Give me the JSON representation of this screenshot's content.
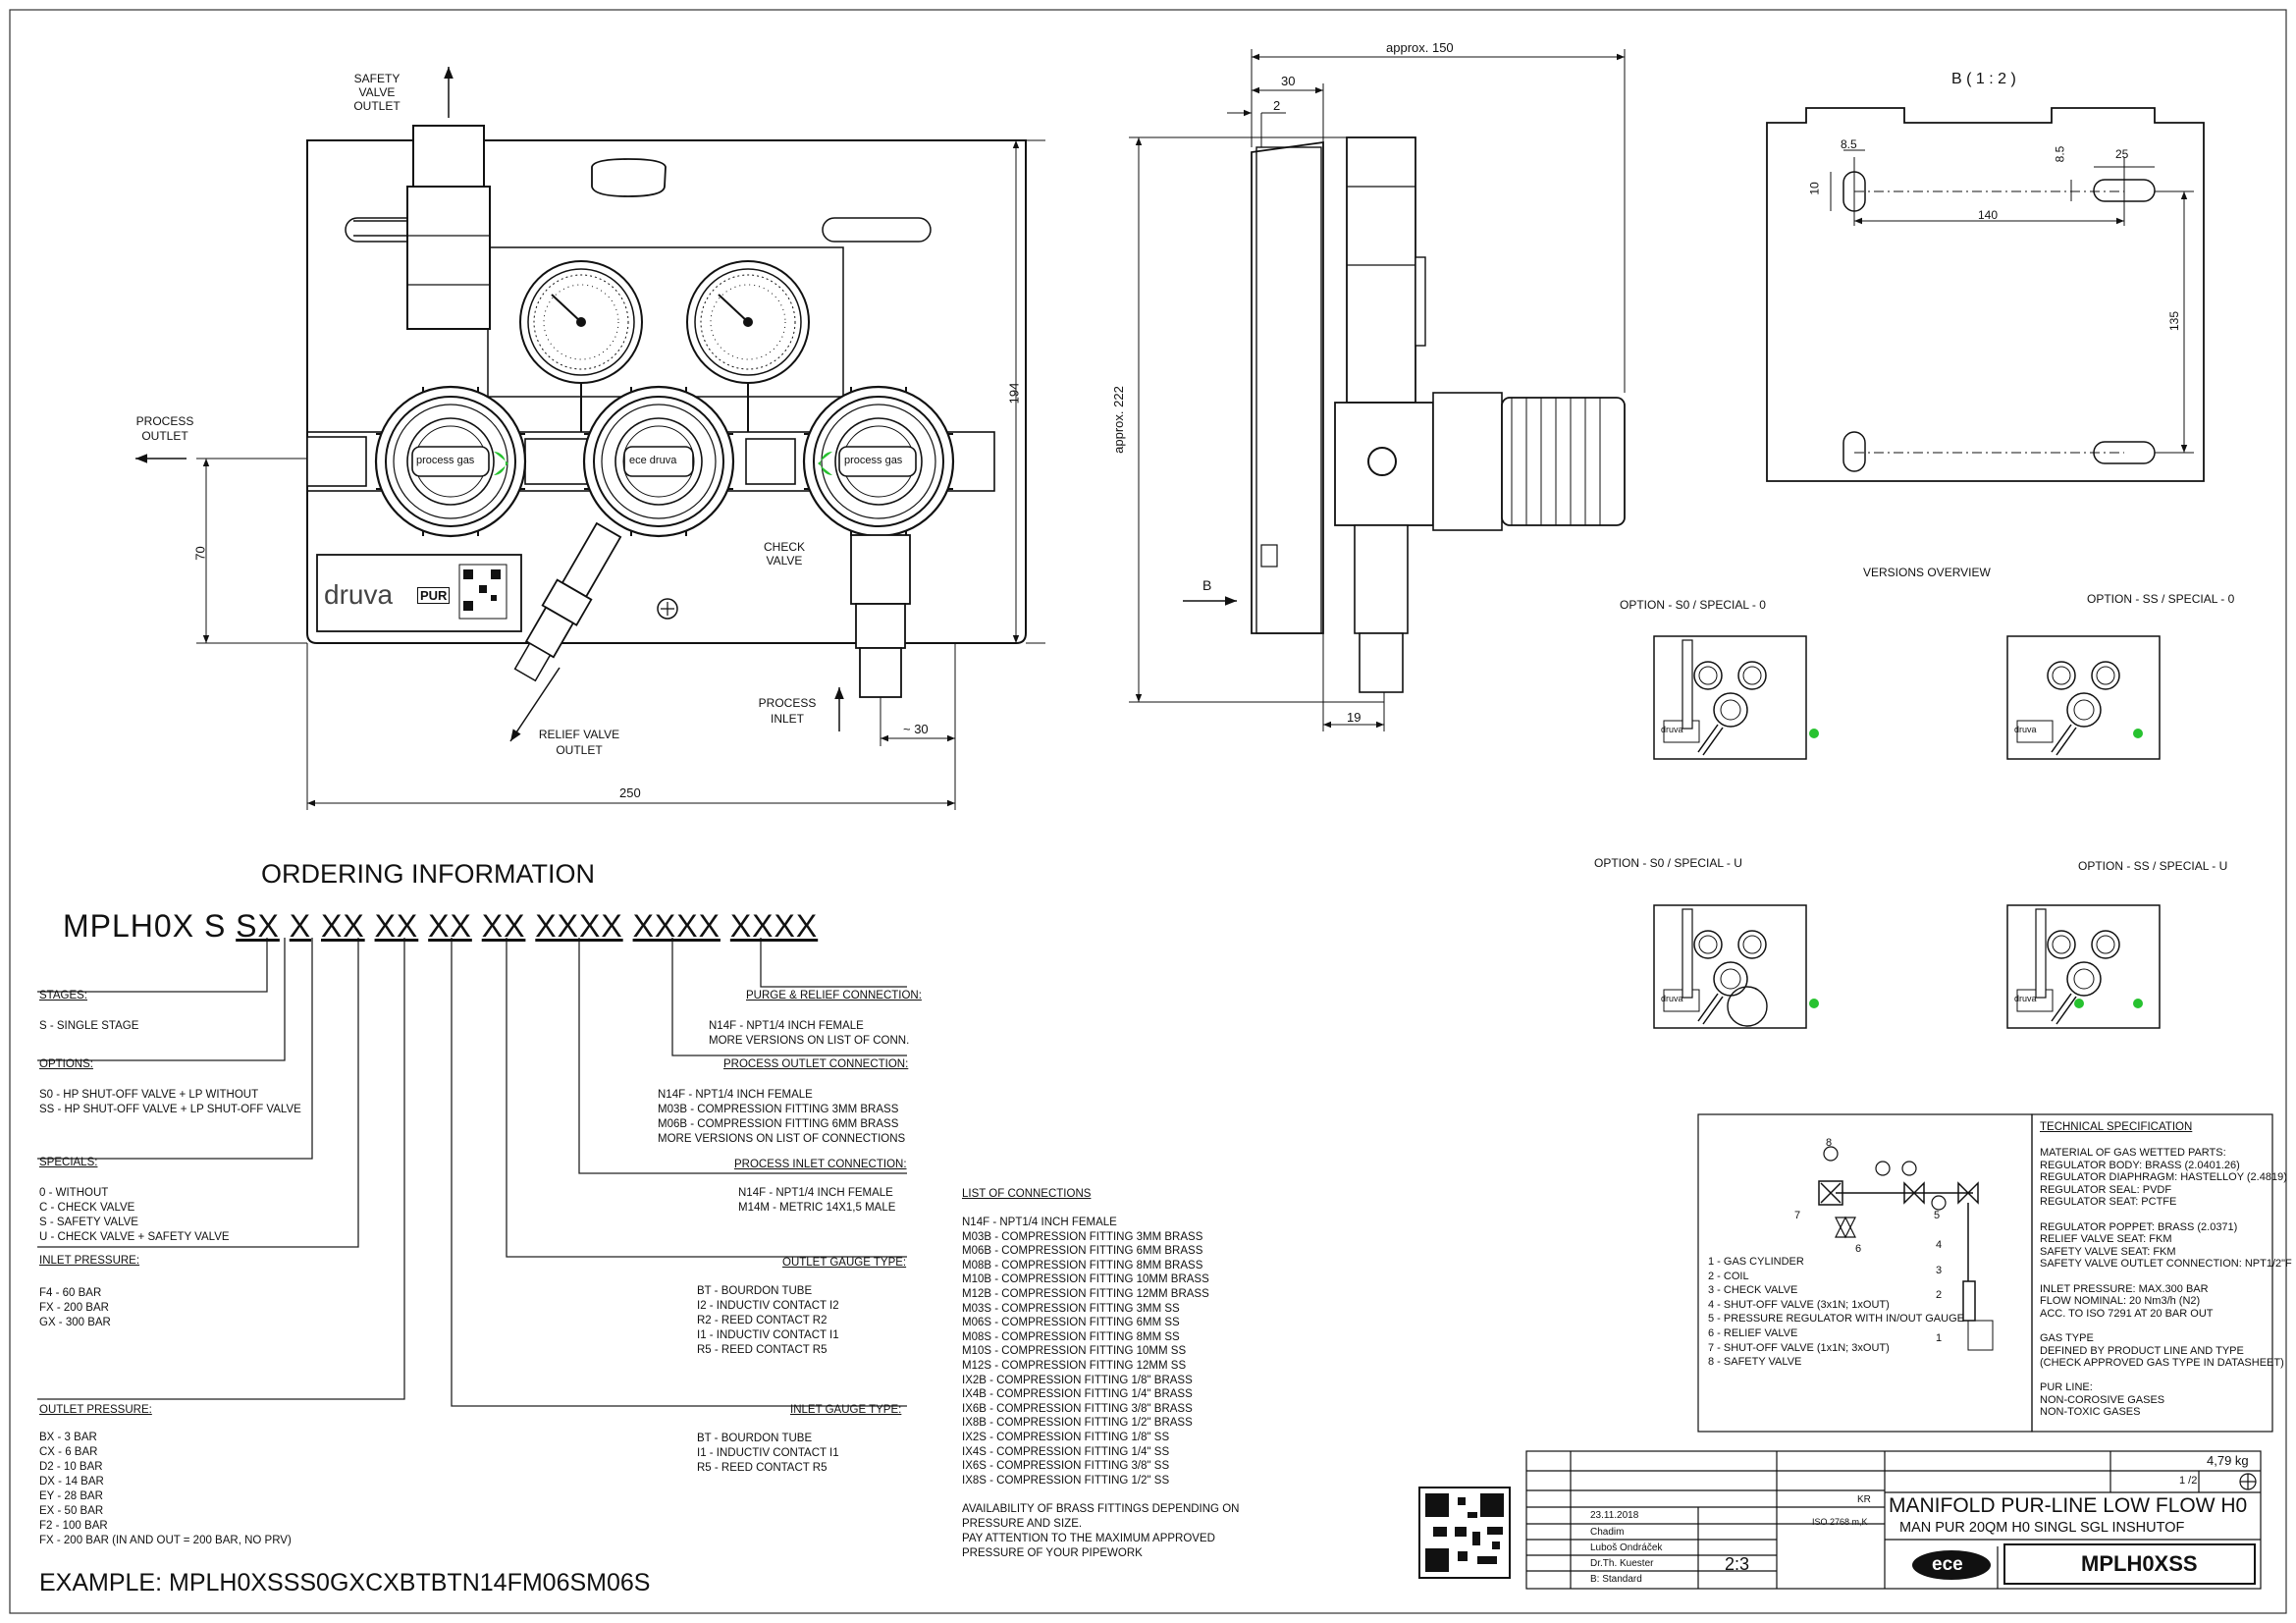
{
  "drawing": {
    "front": {
      "safety_valve_outlet": [
        "SAFETY",
        "VALVE",
        "OUTLET"
      ],
      "process_outlet": [
        "PROCESS",
        "OUTLET"
      ],
      "check_valve": [
        "CHECK",
        "VALVE"
      ],
      "process_inlet": [
        "PROCESS",
        "INLET"
      ],
      "relief_valve_outlet": [
        "RELIEF VALVE",
        "OUTLET"
      ],
      "gauge_label_left": "process gas",
      "gauge_label_right": "process gas",
      "center_brand": "ece druva",
      "plate_brand": "druva",
      "plate_pur": "PUR",
      "dim_250": "250",
      "dim_194": "194",
      "dim_70": "70",
      "dim_30": "~ 30"
    },
    "side": {
      "dim_150": "approx. 150",
      "dim_30": "30",
      "dim_2": "2",
      "dim_222": "approx. 222",
      "dim_19": "19",
      "view_b": "B"
    },
    "detail_b": {
      "title": "B ( 1 : 2 )",
      "d_8_5_a": "8.5",
      "d_8_5_b": "8.5",
      "d_25": "25",
      "d_10": "10",
      "d_140": "140",
      "d_135": "135"
    },
    "versions": {
      "title": "VERSIONS OVERVIEW",
      "items": [
        "OPTION - S0 / SPECIAL - 0",
        "OPTION - SS / SPECIAL - 0",
        "OPTION - S0 / SPECIAL - U",
        "OPTION - SS / SPECIAL - U"
      ],
      "mini_brand": "druva"
    }
  },
  "ordering": {
    "title": "ORDERING INFORMATION",
    "code_prefix": "MPLH0X S",
    "code_parts": [
      "SX",
      "X",
      "XX",
      "XX",
      "XX",
      "XX",
      "XXXX",
      "XXXX",
      "XXXX"
    ],
    "stages": {
      "heading": "STAGES:",
      "lines": [
        "S - SINGLE STAGE"
      ]
    },
    "options": {
      "heading": "OPTIONS:",
      "lines": [
        "S0 - HP SHUT-OFF VALVE + LP WITHOUT",
        "SS - HP SHUT-OFF VALVE + LP SHUT-OFF VALVE"
      ]
    },
    "specials": {
      "heading": "SPECIALS:",
      "lines": [
        "0 - WITHOUT",
        "C - CHECK VALVE",
        "S - SAFETY VALVE",
        "U - CHECK VALVE + SAFETY VALVE"
      ]
    },
    "inlet_pressure": {
      "heading": "INLET PRESSURE:",
      "lines": [
        "F4 - 60 BAR",
        "FX - 200 BAR",
        "GX - 300 BAR"
      ]
    },
    "outlet_pressure": {
      "heading": "OUTLET PRESSURE:",
      "lines": [
        "BX - 3 BAR",
        "CX - 6 BAR",
        "D2 - 10 BAR",
        "DX - 14 BAR",
        "EY - 28 BAR",
        "EX - 50 BAR",
        "F2 - 100 BAR",
        "FX - 200 BAR (IN AND OUT = 200 BAR, NO PRV)"
      ]
    },
    "purge_relief": {
      "heading": "PURGE & RELIEF CONNECTION:",
      "lines": [
        "N14F - NPT1/4 INCH FEMALE",
        "MORE VERSIONS ON LIST OF CONN."
      ]
    },
    "process_outlet": {
      "heading": "PROCESS OUTLET CONNECTION:",
      "lines": [
        "N14F - NPT1/4 INCH FEMALE",
        "M03B - COMPRESSION FITTING 3MM BRASS",
        "M06B - COMPRESSION FITTING 6MM BRASS",
        "MORE VERSIONS ON LIST OF CONNECTIONS"
      ]
    },
    "process_inlet": {
      "heading": "PROCESS INLET CONNECTION:",
      "lines": [
        "N14F - NPT1/4 INCH FEMALE",
        "M14M - METRIC 14X1,5 MALE"
      ]
    },
    "outlet_gauge": {
      "heading": "OUTLET GAUGE TYPE:",
      "lines": [
        "BT - BOURDON TUBE",
        "I2 - INDUCTIV CONTACT I2",
        "R2 - REED CONTACT R2",
        "I1 - INDUCTIV CONTACT I1",
        "R5 - REED CONTACT R5"
      ]
    },
    "inlet_gauge": {
      "heading": "INLET GAUGE TYPE:",
      "lines": [
        "BT - BOURDON TUBE",
        "I1 - INDUCTIV CONTACT I1",
        "R5 - REED CONTACT R5"
      ]
    },
    "example": "EXAMPLE: MPLH0XSSS0GXCXBTBTN14FM06SM06S"
  },
  "connections": {
    "heading": "LIST OF CONNECTIONS",
    "lines": [
      "N14F - NPT1/4 INCH FEMALE",
      "M03B - COMPRESSION FITTING 3MM BRASS",
      "M06B - COMPRESSION FITTING 6MM BRASS",
      "M08B - COMPRESSION FITTING 8MM BRASS",
      "M10B - COMPRESSION FITTING 10MM BRASS",
      "M12B - COMPRESSION FITTING 12MM BRASS",
      "M03S - COMPRESSION FITTING 3MM SS",
      "M06S - COMPRESSION FITTING 6MM SS",
      "M08S - COMPRESSION FITTING 8MM SS",
      "M10S - COMPRESSION FITTING 10MM SS",
      "M12S - COMPRESSION FITTING 12MM SS",
      "IX2B - COMPRESSION FITTING 1/8\" BRASS",
      "IX4B - COMPRESSION FITTING 1/4\" BRASS",
      "IX6B - COMPRESSION FITTING 3/8\" BRASS",
      "IX8B - COMPRESSION FITTING 1/2\" BRASS",
      "IX2S - COMPRESSION FITTING 1/8\" SS",
      "IX4S - COMPRESSION FITTING 1/4\" SS",
      "IX6S - COMPRESSION FITTING 3/8\" SS",
      "IX8S - COMPRESSION FITTING 1/2\" SS"
    ],
    "notes": [
      "AVAILABILITY OF BRASS FITTINGS DEPENDING ON",
      "PRESSURE AND SIZE.",
      "PAY ATTENTION TO THE MAXIMUM APPROVED",
      "PRESSURE OF YOUR PIPEWORK"
    ]
  },
  "schematic": {
    "legend": [
      "1 - GAS CYLINDER",
      "2 - COIL",
      "3 - CHECK VALVE",
      "4 - SHUT-OFF VALVE (3x1N; 1xOUT)",
      "5 - PRESSURE REGULATOR WITH IN/OUT GAUGE",
      "6 - RELIEF VALVE",
      "7 - SHUT-OFF VALVE (1x1N; 3xOUT)",
      "8 - SAFETY VALVE"
    ],
    "numbers": [
      "8",
      "7",
      "6",
      "5",
      "4",
      "3",
      "2",
      "1"
    ]
  },
  "tech_spec": {
    "heading": "TECHNICAL SPECIFICATION",
    "lines": [
      "MATERIAL OF GAS WETTED PARTS:",
      "REGULATOR BODY: BRASS (2.0401.26)",
      "REGULATOR DIAPHRAGM: HASTELLOY (2.4819)",
      "REGULATOR SEAL: PVDF",
      "REGULATOR SEAT: PCTFE",
      "",
      "REGULATOR POPPET: BRASS (2.0371)",
      "RELIEF VALVE SEAT: FKM",
      "SAFETY VALVE SEAT: FKM",
      "SAFETY VALVE OUTLET CONNECTION: NPT1/2\"F",
      "",
      "INLET PRESSURE: MAX.300 BAR",
      "FLOW NOMINAL: 20 Nm3/h (N2)",
      "ACC. TO ISO 7291 AT 20 BAR OUT",
      "",
      "GAS TYPE",
      "DEFINED BY PRODUCT LINE AND TYPE",
      "(CHECK APPROVED GAS TYPE IN DATASHEET)",
      "",
      "PUR LINE:",
      "NON-COROSIVE GASES",
      "NON-TOXIC GASES"
    ]
  },
  "title_block": {
    "weight": "4,79 kg",
    "sheet": "1 /2",
    "date": "23.11.2018",
    "drawn": "Chadim",
    "checked": "Luboš Ondráček",
    "approved": "Dr.Th. Kuester",
    "standard": "B: Standard",
    "scale": "2:3",
    "rev": "KR",
    "iso": "ISO 2768 m,K",
    "title1": "MANIFOLD PUR-LINE LOW FLOW H0",
    "title2": "MAN PUR 20QM H0 SINGL SGL INSHUTOF",
    "logo": "ece",
    "part_no": "MPLH0XSS"
  }
}
